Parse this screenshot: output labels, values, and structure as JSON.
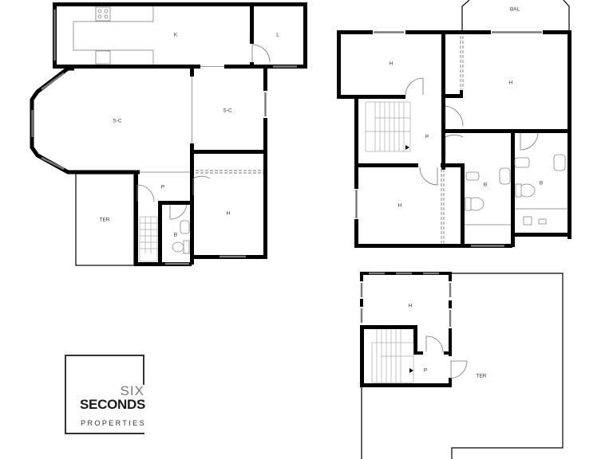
{
  "floorplan": {
    "ground_floor": {
      "rooms": [
        {
          "id": "kitchen",
          "label": "K"
        },
        {
          "id": "laundry",
          "label": "L"
        },
        {
          "id": "living_large",
          "label": "S-C"
        },
        {
          "id": "living_small",
          "label": "S-C"
        },
        {
          "id": "terrace",
          "label": "TER"
        },
        {
          "id": "hall",
          "label": "P"
        },
        {
          "id": "bathroom",
          "label": "B"
        },
        {
          "id": "bedroom",
          "label": "H"
        }
      ]
    },
    "first_floor": {
      "rooms": [
        {
          "id": "balcony",
          "label": "BAL"
        },
        {
          "id": "bedroom_1",
          "label": "H"
        },
        {
          "id": "bedroom_2",
          "label": "H"
        },
        {
          "id": "hall",
          "label": "P"
        },
        {
          "id": "bedroom_3",
          "label": "H"
        },
        {
          "id": "bathroom_1",
          "label": "B"
        },
        {
          "id": "bathroom_2",
          "label": "B"
        }
      ]
    },
    "roof_floor": {
      "rooms": [
        {
          "id": "room",
          "label": "H"
        },
        {
          "id": "hall",
          "label": "P"
        },
        {
          "id": "terrace",
          "label": "TER"
        }
      ]
    }
  },
  "logo": {
    "line1": "SIX",
    "line2": "SECONDS",
    "line3": "PROPERTIES"
  },
  "colors": {
    "wall": "#000000",
    "window": "#7a7a7a",
    "background": "#ffffff",
    "logo_accent": "#7a7a7a"
  }
}
